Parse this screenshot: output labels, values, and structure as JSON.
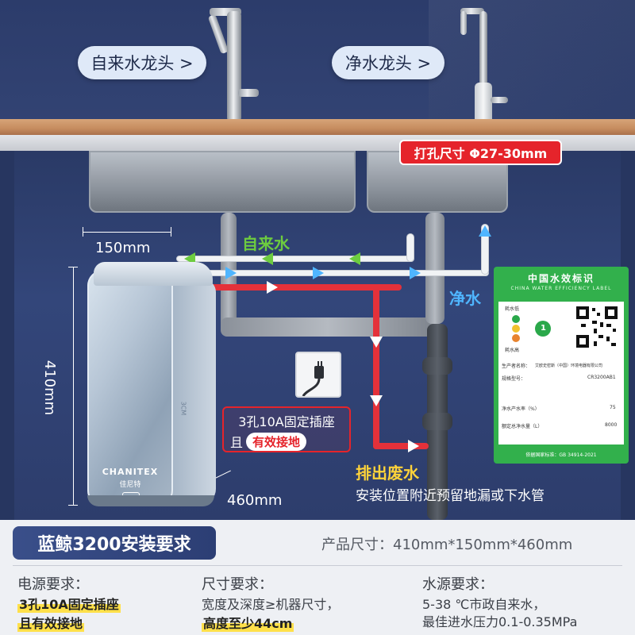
{
  "scene": {
    "tap_label": "自来水龙头 >",
    "pure_tap_label": "净水龙头 >",
    "hole_size": "打孔尺寸 Φ27-30mm",
    "width_dim": "150mm",
    "height_dim": "410mm",
    "depth_dim": "460mm",
    "tap_water_label": "自来水",
    "pure_water_label": "净水",
    "waste_water_label": "排出废水",
    "drain_note": "安装位置附近预留地漏或下水管",
    "socket_line1": "3孔10A固定插座",
    "socket_prefix": "且",
    "socket_emphasis": "有效接地",
    "brand": "CHANITEX",
    "brand_cn": "佳尼特",
    "side_print": "3CM"
  },
  "efficiency_label": {
    "title": "中国水效标识",
    "subtitle": "CHINA WATER EFFICIENCY LABEL",
    "low": "耗水低",
    "high": "耗水高",
    "grade": "1",
    "producer_key": "生产者名称：",
    "producer_val": "艾欧史密斯（中国）环境电器有限公司",
    "model_key": "规格型号：",
    "model_val": "CR3200AB1",
    "rate_key": "净水产水率（%）",
    "rate_val": "75",
    "volume_key": "额定总净水量（L）",
    "volume_val": "8000",
    "standard": "依据国家标准：GB 34914-2021"
  },
  "bottom": {
    "model_title": "蓝鲸3200安装要求",
    "product_size": "产品尺寸：410mm*150mm*460mm",
    "power_title": "电源要求：",
    "power_hl1": "3孔10A固定插座",
    "power_hl2": "且有效接地",
    "size_title": "尺寸要求：",
    "size_line": "宽度及深度≥机器尺寸，",
    "size_hl": "高度至少44cm",
    "water_title": "水源要求：",
    "water_line1": "5-38 ℃市政自来水，",
    "water_line2": "最佳进水压力0.1-0.35MPa"
  },
  "colors": {
    "accent_red": "#e5242b",
    "tap_green": "#6dcc3f",
    "pure_blue": "#4fb5ff",
    "waste_yellow": "#ffd33a",
    "label_green": "#32b04c",
    "highlight_yellow": "#ffe04a"
  }
}
